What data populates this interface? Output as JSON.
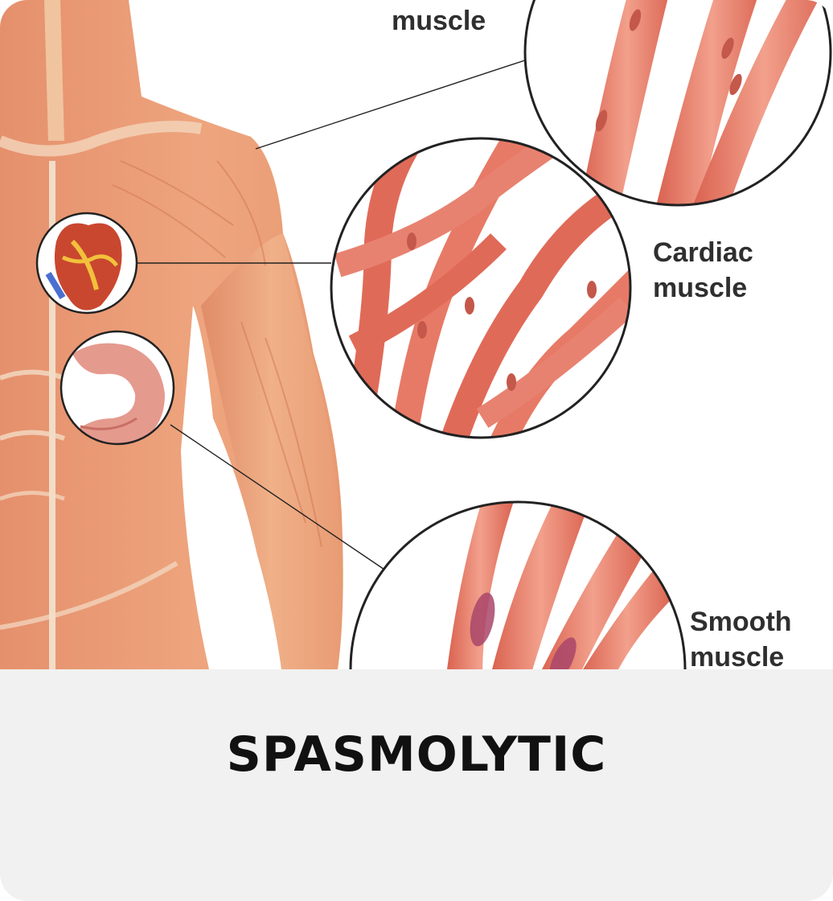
{
  "card": {
    "title": "SPASMOLYTIC"
  },
  "illustration": {
    "labels": {
      "top_partial": "muscle",
      "cardiac_line1": "Cardiac",
      "cardiac_line2": "muscle",
      "smooth_line1": "Smooth",
      "smooth_line2": "muscle"
    }
  },
  "colors": {
    "footer_background": "#f1f1f1",
    "title_text": "#111111",
    "muscle": "#e08a66",
    "fiber": "#e06a58"
  }
}
